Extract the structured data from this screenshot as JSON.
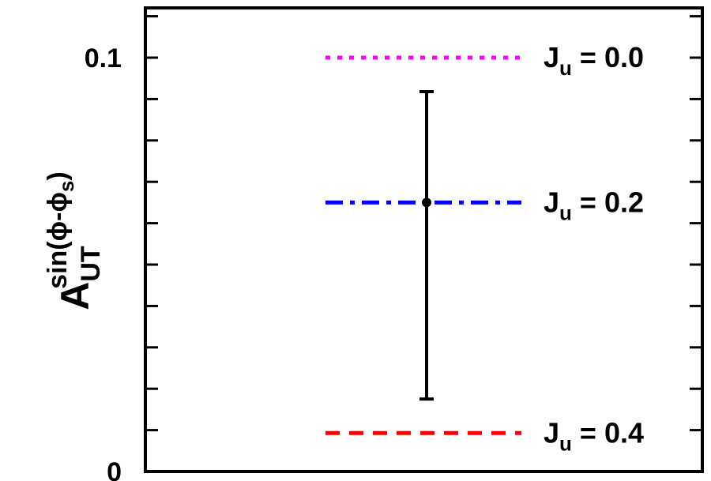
{
  "chart_data": {
    "type": "scatter",
    "ylim": [
      0,
      0.12
    ],
    "yticks": [
      {
        "value": 0,
        "label": "0"
      },
      {
        "value": 0.1,
        "label": "0.1"
      }
    ],
    "minor_ytick_step": 0.01,
    "grid": false,
    "ylabel": {
      "main": "A",
      "sub": "UT",
      "sup": "sin(ϕ-ϕ",
      "sup_sub": "s",
      "sup_close": ")"
    },
    "point": {
      "y": 0.065,
      "err_low": 0.0175,
      "err_high": 0.0918
    },
    "series": [
      {
        "name": {
          "main": "J",
          "sub": "u",
          "rest": " = 0.0"
        },
        "y": 0.1,
        "color": "#ff00ff",
        "dash": "dotted"
      },
      {
        "name": {
          "main": "J",
          "sub": "u",
          "rest": " = 0.2"
        },
        "y": 0.065,
        "color": "#0000ff",
        "dash": "dash-dot"
      },
      {
        "name": {
          "main": "J",
          "sub": "u",
          "rest": " = 0.4"
        },
        "y": 0.0093,
        "color": "#ff0000",
        "dash": "dashed"
      }
    ]
  }
}
